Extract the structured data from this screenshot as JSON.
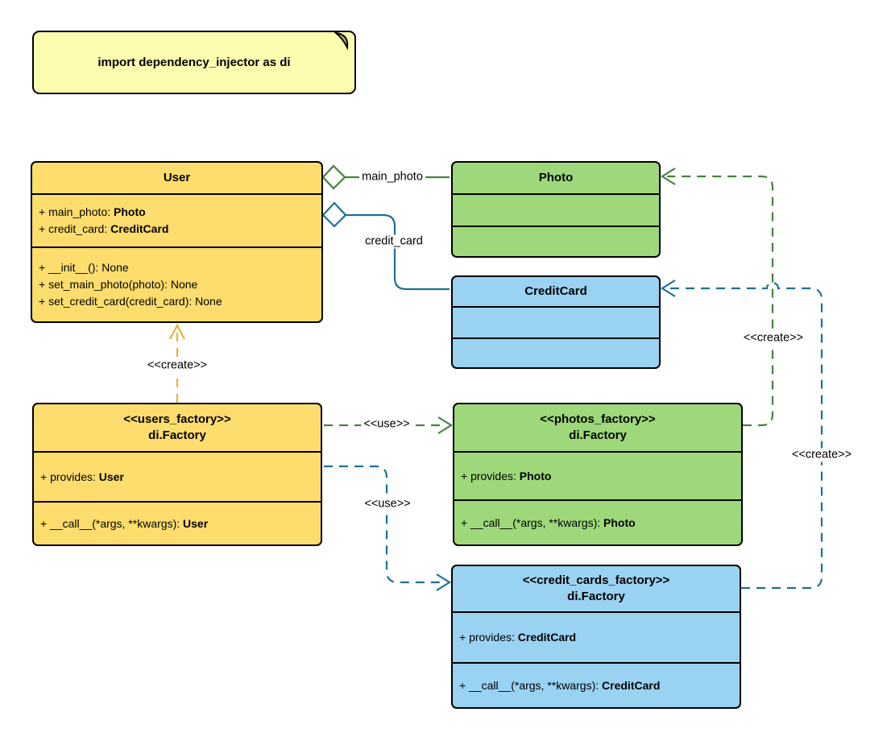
{
  "note": {
    "text": "import dependency_injector as di"
  },
  "classes": {
    "user": {
      "title": "User",
      "attributes": [
        {
          "text": "+ main_photo: ",
          "strong": "Photo"
        },
        {
          "text": "+ credit_card: ",
          "strong": "CreditCard"
        }
      ],
      "methods": [
        {
          "text": "+ __init__(): None",
          "strong": ""
        },
        {
          "text": "+ set_main_photo(photo): None",
          "strong": ""
        },
        {
          "text": "+ set_credit_card(credit_card): None",
          "strong": ""
        }
      ]
    },
    "photo": {
      "title": "Photo"
    },
    "credit_card": {
      "title": "CreditCard"
    },
    "users_factory": {
      "stereotype": "<<users_factory>>",
      "title": "di.Factory",
      "attributes": [
        {
          "text": "+ provides: ",
          "strong": "User"
        }
      ],
      "methods": [
        {
          "text": "+ __call__(*args, **kwargs): ",
          "strong": "User"
        }
      ]
    },
    "photos_factory": {
      "stereotype": "<<photos_factory>>",
      "title": "di.Factory",
      "attributes": [
        {
          "text": "+ provides: ",
          "strong": "Photo"
        }
      ],
      "methods": [
        {
          "text": "+ __call__(*args, **kwargs): ",
          "strong": "Photo"
        }
      ]
    },
    "credit_cards_factory": {
      "stereotype": "<<credit_cards_factory>>",
      "title": "di.Factory",
      "attributes": [
        {
          "text": "+ provides: ",
          "strong": "CreditCard"
        }
      ],
      "methods": [
        {
          "text": "+ __call__(*args, **kwargs): ",
          "strong": "CreditCard"
        }
      ]
    }
  },
  "labels": {
    "main_photo": "main_photo",
    "credit_card": "credit_card",
    "create_user": "<<create>>",
    "use_photos": "<<use>>",
    "use_credit_cards": "<<use>>",
    "create_photo": "<<create>>",
    "create_credit_card": "<<create>>"
  },
  "colors": {
    "yellow_fill": "#FDDD6D",
    "green_fill": "#9ED87A",
    "blue_fill": "#9AD2F2",
    "note_fill": "#FDFDB0",
    "border": "#000000",
    "green_line": "#44843C",
    "blue_line": "#1A7291",
    "yellow_line": "#E3B43C"
  }
}
